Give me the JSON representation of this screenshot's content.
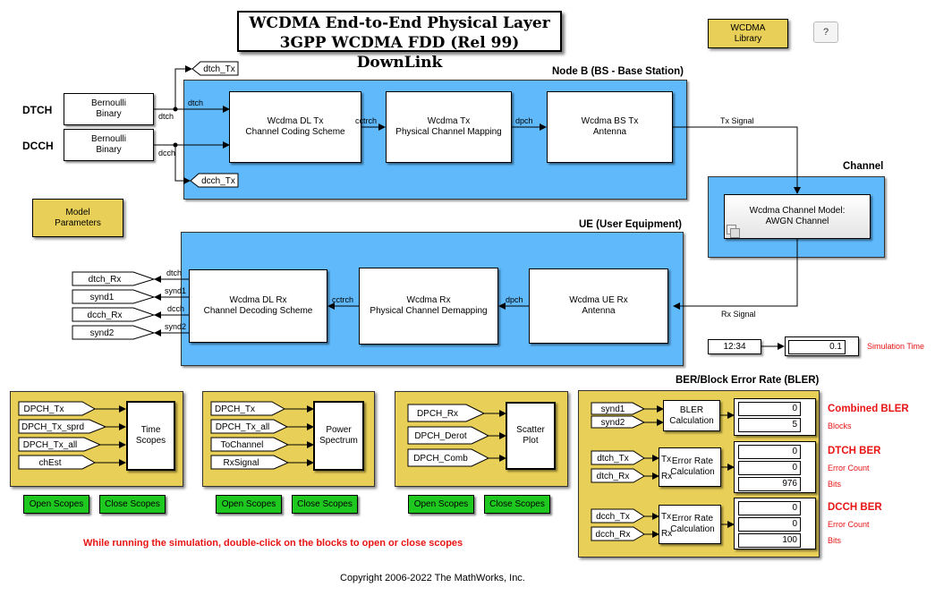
{
  "title": {
    "line1": "WCDMA End-to-End Physical Layer",
    "line2": "3GPP WCDMA FDD (Rel 99) DownLink"
  },
  "library_button": {
    "label": "WCDMA\nLibrary"
  },
  "help_button": {
    "label": "?"
  },
  "model_parameters": {
    "label": "Model\nParameters"
  },
  "sources": {
    "dtch_label": "DTCH",
    "dcch_label": "DCCH",
    "dtch_block": "Bernoulli\nBinary",
    "dcch_block": "Bernoulli\nBinary"
  },
  "node_b": {
    "title": "Node B (BS - Base Station)",
    "tx_coding": "Wcdma DL Tx\nChannel Coding Scheme",
    "tx_mapping": "Wcdma Tx\nPhysical Channel Mapping",
    "bs_antenna": "Wcdma BS Tx\nAntenna",
    "goto_dtch": "dtch_Tx",
    "goto_dcch": "dcch_Tx"
  },
  "channel": {
    "title": "Channel",
    "block": "Wcdma Channel Model:\nAWGN Channel"
  },
  "ue": {
    "title": "UE (User Equipment)",
    "rx_decoding": "Wcdma DL Rx\nChannel Decoding Scheme",
    "rx_demapping": "Wcdma Rx\nPhysical Channel Demapping",
    "ue_antenna": "Wcdma UE Rx\nAntenna",
    "outputs": [
      "dtch_Rx",
      "synd1",
      "dcch_Rx",
      "synd2"
    ]
  },
  "signals": {
    "dtch_src": "dtch",
    "dcch_src": "dcch",
    "dtch_in": "dtch",
    "cctrch_tx": "cctrch",
    "dpch_tx": "dpch",
    "tx_signal": "Tx Signal",
    "rx_signal": "Rx Signal",
    "dpch_rx": "dpch",
    "cctrch_rx": "cctrch",
    "rx_out": [
      "dtch",
      "synd1",
      "dcch",
      "synd2"
    ]
  },
  "sim_time": {
    "clock": "12:34",
    "value": "0.1",
    "label": "Simulation Time"
  },
  "scopes": [
    {
      "block": "Time\nScopes",
      "inputs": [
        "DPCH_Tx",
        "DPCH_Tx_sprd",
        "DPCH_Tx_all",
        "chEst"
      ],
      "open": "Open Scopes",
      "close": "Close Scopes"
    },
    {
      "block": "Power\nSpectrum",
      "inputs": [
        "DPCH_Tx",
        "DPCH_Tx_all",
        "ToChannel",
        "RxSignal"
      ],
      "open": "Open Scopes",
      "close": "Close Scopes"
    },
    {
      "block": "Scatter\nPlot",
      "inputs": [
        "DPCH_Rx",
        "DPCH_Derot",
        "DPCH_Comb"
      ],
      "open": "Open Scopes",
      "close": "Close Scopes"
    }
  ],
  "ber": {
    "title": "BER/Block Error Rate (BLER)",
    "bler": {
      "inputs": [
        "synd1",
        "synd2"
      ],
      "block": "BLER\nCalculation",
      "values": [
        "0",
        "5"
      ],
      "title": "Combined BLER",
      "labels": [
        "Blocks"
      ]
    },
    "dtch": {
      "inputs": [
        "dtch_Tx",
        "dtch_Rx"
      ],
      "block": "Error Rate\nCalculation",
      "port_tx": "Tx",
      "port_rx": "Rx",
      "values": [
        "0",
        "0",
        "976"
      ],
      "title": "DTCH BER",
      "labels": [
        "Error Count",
        "Bits"
      ]
    },
    "dcch": {
      "inputs": [
        "dcch_Tx",
        "dcch_Rx"
      ],
      "block": "Error Rate\nCalculation",
      "port_tx": "Tx",
      "port_rx": "Rx",
      "values": [
        "0",
        "0",
        "100"
      ],
      "title": "DCCH BER",
      "labels": [
        "Error Count",
        "Bits"
      ]
    }
  },
  "instruction": "While running the simulation, double-click on the blocks to open or close scopes",
  "copyright": "Copyright 2006-2022 The MathWorks, Inc.",
  "colors": {
    "subsystem": "#5fb9fb",
    "area": "#e8cf57",
    "button": "#1fc81f",
    "accent_red": "#e81414"
  }
}
